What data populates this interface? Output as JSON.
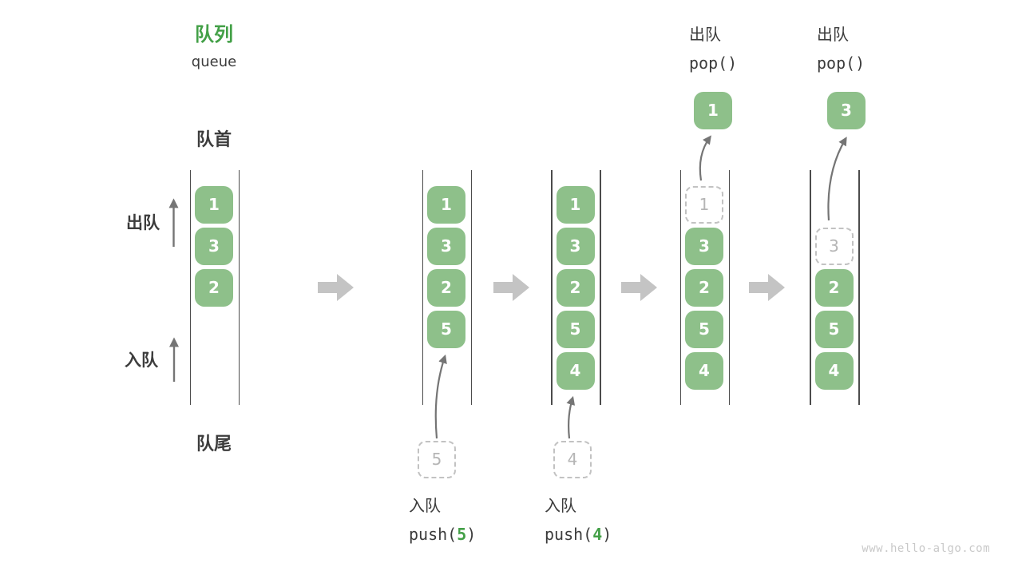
{
  "title": {
    "zh": "队列",
    "en": "queue"
  },
  "side_labels": {
    "front": "队首",
    "rear": "队尾",
    "dequeue": "出队",
    "enqueue": "入队"
  },
  "operations": {
    "push": [
      {
        "label": "入队",
        "code_prefix": "push(",
        "code_arg": "5",
        "code_suffix": ")",
        "staged_value": "5"
      },
      {
        "label": "入队",
        "code_prefix": "push(",
        "code_arg": "4",
        "code_suffix": ")",
        "staged_value": "4"
      }
    ],
    "pop": [
      {
        "label": "出队",
        "code": "pop()",
        "popped_value": "1"
      },
      {
        "label": "出队",
        "code": "pop()",
        "popped_value": "3"
      }
    ]
  },
  "queue_states": [
    {
      "boxes": [
        {
          "slot": 0,
          "value": "1",
          "style": "solid"
        },
        {
          "slot": 1,
          "value": "3",
          "style": "solid"
        },
        {
          "slot": 2,
          "value": "2",
          "style": "solid"
        }
      ]
    },
    {
      "boxes": [
        {
          "slot": 0,
          "value": "1",
          "style": "solid"
        },
        {
          "slot": 1,
          "value": "3",
          "style": "solid"
        },
        {
          "slot": 2,
          "value": "2",
          "style": "solid"
        },
        {
          "slot": 3,
          "value": "5",
          "style": "solid"
        }
      ]
    },
    {
      "boxes": [
        {
          "slot": 0,
          "value": "1",
          "style": "solid"
        },
        {
          "slot": 1,
          "value": "3",
          "style": "solid"
        },
        {
          "slot": 2,
          "value": "2",
          "style": "solid"
        },
        {
          "slot": 3,
          "value": "5",
          "style": "solid"
        },
        {
          "slot": 4,
          "value": "4",
          "style": "solid"
        }
      ]
    },
    {
      "boxes": [
        {
          "slot": 0,
          "value": "1",
          "style": "dashed"
        },
        {
          "slot": 1,
          "value": "3",
          "style": "solid"
        },
        {
          "slot": 2,
          "value": "2",
          "style": "solid"
        },
        {
          "slot": 3,
          "value": "5",
          "style": "solid"
        },
        {
          "slot": 4,
          "value": "4",
          "style": "solid"
        }
      ]
    },
    {
      "boxes": [
        {
          "slot": 1,
          "value": "3",
          "style": "dashed"
        },
        {
          "slot": 2,
          "value": "2",
          "style": "solid"
        },
        {
          "slot": 3,
          "value": "5",
          "style": "solid"
        },
        {
          "slot": 4,
          "value": "4",
          "style": "solid"
        }
      ]
    }
  ],
  "watermark": "www.hello-algo.com",
  "colors": {
    "green_box": "#8ec08a",
    "green_text": "#43a047",
    "dark_text": "#3c3c3c",
    "arrow_gray": "#757575",
    "block_arrow": "#c4c4c4",
    "dashed_border": "#c2c2c2",
    "dashed_text": "#b5b5b5",
    "wall_color": "#4c4c4c",
    "watermark": "#c9c9c9"
  }
}
